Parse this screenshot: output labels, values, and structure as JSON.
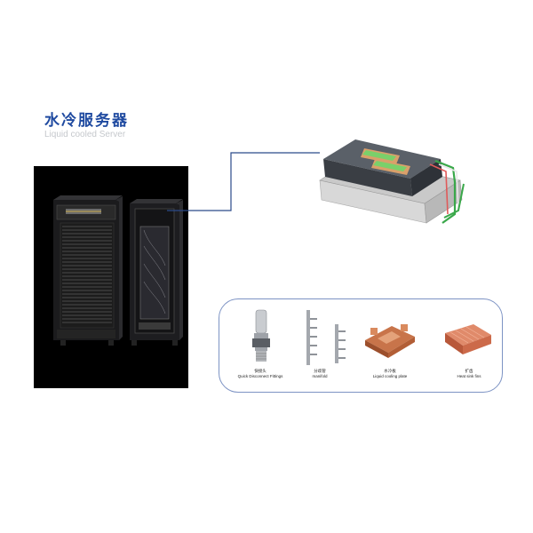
{
  "header": {
    "title_cn": "水冷服务器",
    "title_en": "Liquid cooled Server"
  },
  "colors": {
    "title": "#1f4aa0",
    "subtitle": "#c5c8cc",
    "connector": "#2b4a8a",
    "panel_border": "#7d93c4",
    "photo_bg": "#000000"
  },
  "parts": [
    {
      "cn": "快接头",
      "en": "Quick Disconnect Fittings"
    },
    {
      "cn": "分歧管",
      "en": "manifold"
    },
    {
      "cn": "水冷板",
      "en": "Liquid cooling plate"
    },
    {
      "cn": "扩齿",
      "en": "Heat sink fins"
    }
  ]
}
